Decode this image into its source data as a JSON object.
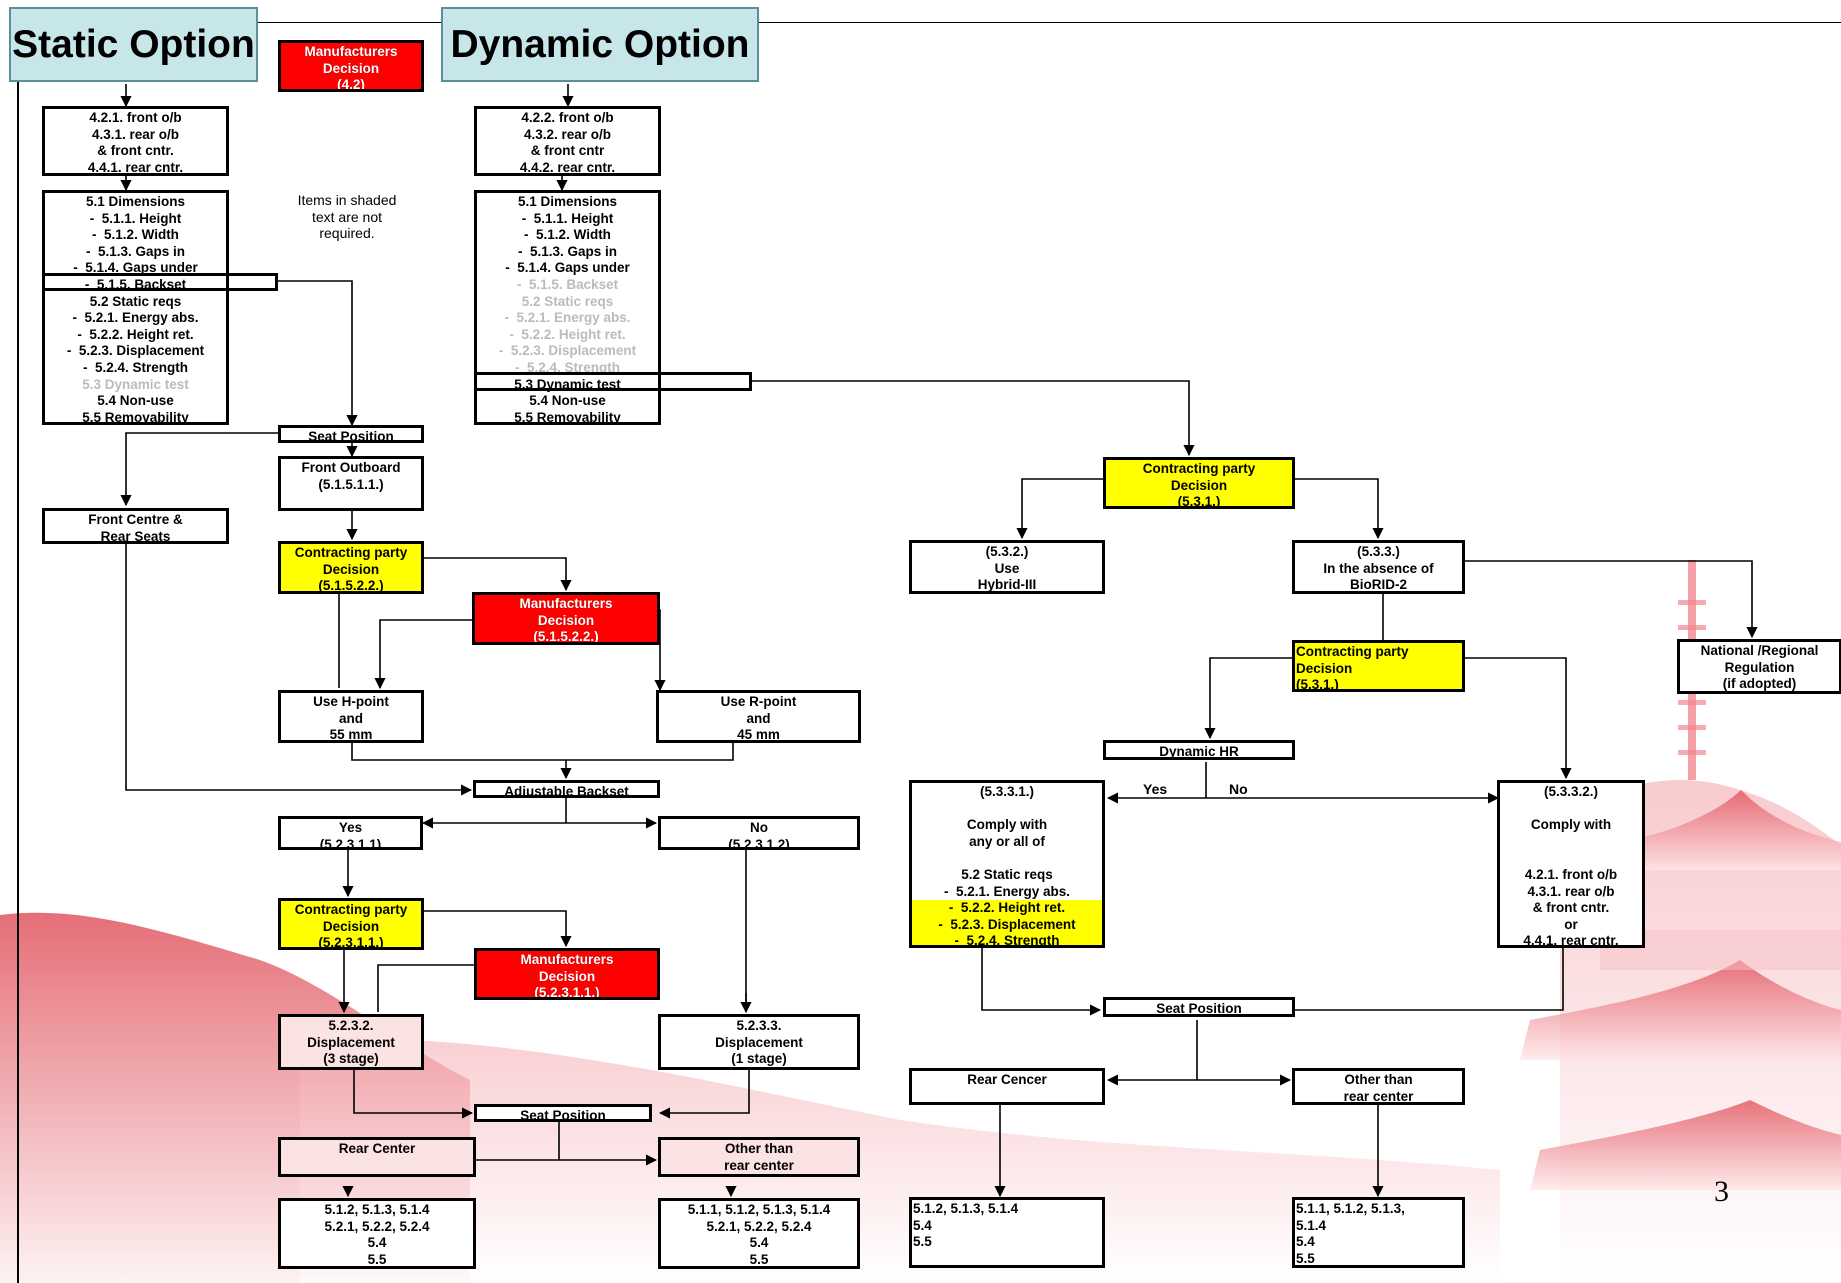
{
  "titles": {
    "static": "Static Option",
    "dynamic": "Dynamic Option"
  },
  "note": [
    "Items in shaded",
    "text are not",
    "required."
  ],
  "page_number": "3",
  "labels": {
    "yes_hr": "Yes",
    "no_hr": "No"
  },
  "boxes": {
    "mfr_top": [
      "Manufacturers",
      "Decision",
      "(4.2)"
    ],
    "static_ref": [
      "4.2.1. front o/b",
      "4.3.1. rear o/b",
      "& front cntr.",
      "4.4.1. rear cntr."
    ],
    "dynamic_ref": [
      "4.2.2. front o/b",
      "4.3.2. rear o/b",
      "& front cntr",
      "4.4.2. rear cntr."
    ],
    "static_list": {
      "items": [
        {
          "t": "5.1 Dimensions",
          "s": ""
        },
        {
          "t": "-  5.1.1. Height",
          "s": ""
        },
        {
          "t": "-  5.1.2. Width",
          "s": ""
        },
        {
          "t": "-  5.1.3. Gaps in",
          "s": ""
        },
        {
          "t": "-  5.1.4. Gaps under",
          "s": ""
        },
        {
          "t": "-  5.1.5. Backset",
          "s": ""
        },
        {
          "t": "5.2 Static reqs",
          "s": ""
        },
        {
          "t": "-  5.2.1. Energy abs.",
          "s": ""
        },
        {
          "t": "-  5.2.2. Height ret.",
          "s": ""
        },
        {
          "t": "-  5.2.3. Displacement",
          "s": ""
        },
        {
          "t": "-  5.2.4. Strength",
          "s": ""
        },
        {
          "t": "5.3 Dynamic test",
          "s": "gray"
        },
        {
          "t": "5.4 Non-use",
          "s": ""
        },
        {
          "t": "5.5 Removability",
          "s": ""
        }
      ]
    },
    "dynamic_list": {
      "items": [
        {
          "t": "5.1 Dimensions",
          "s": ""
        },
        {
          "t": "-  5.1.1. Height",
          "s": ""
        },
        {
          "t": "-  5.1.2. Width",
          "s": ""
        },
        {
          "t": "-  5.1.3. Gaps in",
          "s": ""
        },
        {
          "t": "-  5.1.4. Gaps under",
          "s": ""
        },
        {
          "t": "-  5.1.5. Backset",
          "s": "gray"
        },
        {
          "t": "5.2 Static reqs",
          "s": "gray"
        },
        {
          "t": "-  5.2.1. Energy abs.",
          "s": "gray"
        },
        {
          "t": "-  5.2.2. Height ret.",
          "s": "gray"
        },
        {
          "t": "-  5.2.3. Displacement",
          "s": "gray"
        },
        {
          "t": "-  5.2.4. Strength",
          "s": "gray"
        },
        {
          "t": "5.3 Dynamic test",
          "s": ""
        },
        {
          "t": "5.4 Non-use",
          "s": ""
        },
        {
          "t": "5.5 Removability",
          "s": ""
        }
      ]
    },
    "seat_position_1": [
      "Seat Position"
    ],
    "front_outboard": [
      "Front Outboard",
      "(5.1.5.1.1.)"
    ],
    "front_centre_rear": [
      "Front Centre &",
      "Rear Seats"
    ],
    "cp_decision_51522": [
      "Contracting party",
      "Decision",
      "(5.1.5.2.2.)"
    ],
    "mfr_51522": [
      "Manufacturers",
      "Decision",
      "(5.1.5.2.2.)"
    ],
    "use_hpoint": [
      "Use H-point",
      "and",
      "55 mm"
    ],
    "use_rpoint": [
      "Use R-point",
      "and",
      "45 mm"
    ],
    "adjustable_backset": [
      "Adjustable Backset"
    ],
    "yes_52311": [
      "Yes",
      "(5.2.3.1.1)"
    ],
    "no_52312": [
      "No",
      "(5.2.3.1.2)"
    ],
    "cp_decision_52311": [
      "Contracting party",
      "Decision",
      "(5.2.3.1.1.)"
    ],
    "mfr_52311": [
      "Manufacturers",
      "Decision",
      "(5.2.3.1.1.)"
    ],
    "disp_3stage": [
      "5.2.3.2.",
      "Displacement",
      "(3 stage)"
    ],
    "disp_1stage": [
      "5.2.3.3.",
      "Displacement",
      "(1 stage)"
    ],
    "seat_position_2": [
      "Seat Position"
    ],
    "rear_center_static": [
      "Rear Center"
    ],
    "other_static": [
      "Other than",
      "rear center"
    ],
    "result_static_rc": [
      "5.1.2, 5.1.3, 5.1.4",
      "5.2.1, 5.2.2, 5.2.4",
      "5.4",
      "5.5"
    ],
    "result_static_other": [
      "5.1.1, 5.1.2, 5.1.3, 5.1.4",
      "5.2.1, 5.2.2, 5.2.4",
      "5.4",
      "5.5"
    ],
    "cp_decision_531": [
      "Contracting party",
      "Decision",
      "(5.3.1.)"
    ],
    "use_hybrid": [
      "(5.3.2.)",
      "Use",
      "Hybrid-III"
    ],
    "absence_biorid": [
      "(5.3.3.)",
      "In the absence of",
      "BioRID-2"
    ],
    "national_reg": [
      "National /Regional",
      "Regulation",
      "(if adopted)"
    ],
    "cp_decision_531b": [
      "Contracting party",
      "Decision",
      "(5.3.1.)"
    ],
    "dynamic_hr": [
      "Dynamic HR"
    ],
    "comply_53331": {
      "items": [
        {
          "t": "(5.3.3.1.)",
          "s": ""
        },
        {
          "t": " ",
          "s": ""
        },
        {
          "t": "Comply with",
          "s": ""
        },
        {
          "t": "any or all of",
          "s": ""
        },
        {
          "t": " ",
          "s": ""
        },
        {
          "t": "5.2 Static reqs",
          "s": ""
        },
        {
          "t": "-  5.2.1. Energy abs.",
          "s": ""
        },
        {
          "t": "-  5.2.2. Height ret.",
          "s": "hl"
        },
        {
          "t": "-  5.2.3. Displacement",
          "s": "hl"
        },
        {
          "t": "-  5.2.4. Strength",
          "s": "hl"
        }
      ]
    },
    "comply_53332": [
      "(5.3.3.2.)",
      " ",
      "Comply with",
      " ",
      " ",
      "4.2.1. front o/b",
      "4.3.1. rear o/b",
      "& front cntr.",
      "or",
      "4.4.1. rear cntr."
    ],
    "seat_position_3": [
      "Seat Position"
    ],
    "rear_cencer": [
      "Rear Cencer"
    ],
    "other_dynamic": [
      "Other than",
      "rear center"
    ],
    "result_dyn_rc": [
      "5.1.2, 5.1.3, 5.1.4",
      "5.4",
      "5.5"
    ],
    "result_dyn_other": [
      "5.1.1, 5.1.2, 5.1.3,",
      "5.1.4",
      "5.4",
      "5.5"
    ]
  },
  "colors": {
    "manufacturer_decision": "#ff0000",
    "contracting_party_decision": "#ffff00",
    "title_fill": "#c7e6ea",
    "shaded_text": "#bbbbbb",
    "pink_box": "#fbe3e3"
  }
}
